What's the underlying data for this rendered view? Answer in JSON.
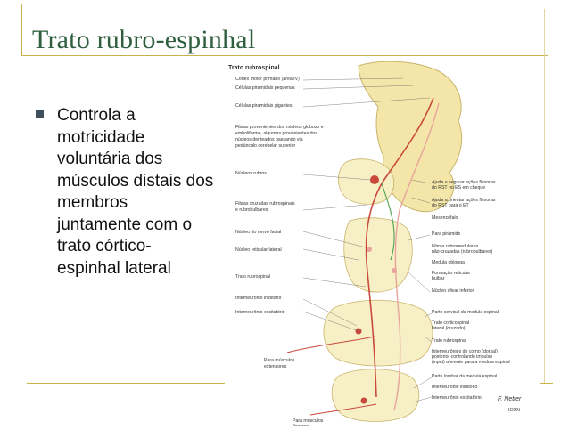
{
  "slide": {
    "title": "Trato rubro-espinhal",
    "bullet": "Controla a motricidade voluntária dos músculos distais dos membros juntamente com o trato córtico-espinhal lateral"
  },
  "figure": {
    "title": "Trato rubrospinal",
    "labels_left": [
      "Córtex motor primário (área IV)",
      "Células piramidais pequenas",
      "Células piramidais gigantes",
      "Fibras provenientes dos núcleos globoso e",
      "emboliforme, algumas provenientes dos",
      "núcleos denteados passando via",
      "pedúnculo cerebelar superior",
      "Núcleos rubros",
      "Fibras cruzadas rubrospinais",
      "e rubrobulbares",
      "Núcleo do nervo facial",
      "Núcleo reticular lateral",
      "Trato rubrospinal",
      "Interneurônio inibitório",
      "Interneurônio excitatório",
      "Para músculos",
      "extensores",
      "Para músculos",
      "flexores"
    ],
    "labels_right": [
      "Ajuda a segurar ações flexoras",
      "do RST no ES em cheque",
      "Ajuda a orientar ações flexoras",
      "do RST para o ET",
      "Mesencéfalo",
      "Para pirâmide",
      "Fibras rubromedulares",
      "não-cruzadas (rubrobulbares)",
      "Medula oblonga",
      "Formação reticular",
      "bulbar",
      "Núcleo olivar inferior",
      "Parte cervical da medula espinal",
      "Trato corticospinal",
      "lateral (cruzado)",
      "Trato rubrospinal",
      "Interneurônios do corno (dorsal)",
      "posterior controlando impulso",
      "(input) aferente para a medula espinal",
      "Parte lombar da medula espinal",
      "Interneurônio inibitório",
      "Interneurônio excitatório"
    ],
    "signature": "F. Netter",
    "publisher": "ICON",
    "colors": {
      "brain": "#f3e6a8",
      "tract_red": "#c94a3c",
      "tract_pink": "#e8a49a",
      "tract_green": "#5aa85a"
    }
  }
}
